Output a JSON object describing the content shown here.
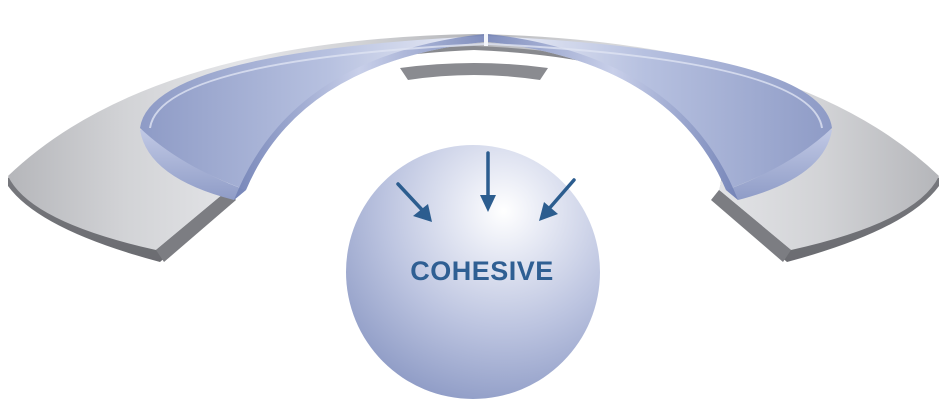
{
  "sphere": {
    "label": "COHESIVE"
  },
  "arrows": [
    {
      "direction": "down-right"
    },
    {
      "direction": "down"
    },
    {
      "direction": "down-left"
    }
  ],
  "colors": {
    "label": "#2f5f93",
    "arrow": "#2c5d8f",
    "outer_ring": "#bdbec3",
    "inner_band": "#a9b4d6",
    "sphere": "#b6bfdc"
  }
}
